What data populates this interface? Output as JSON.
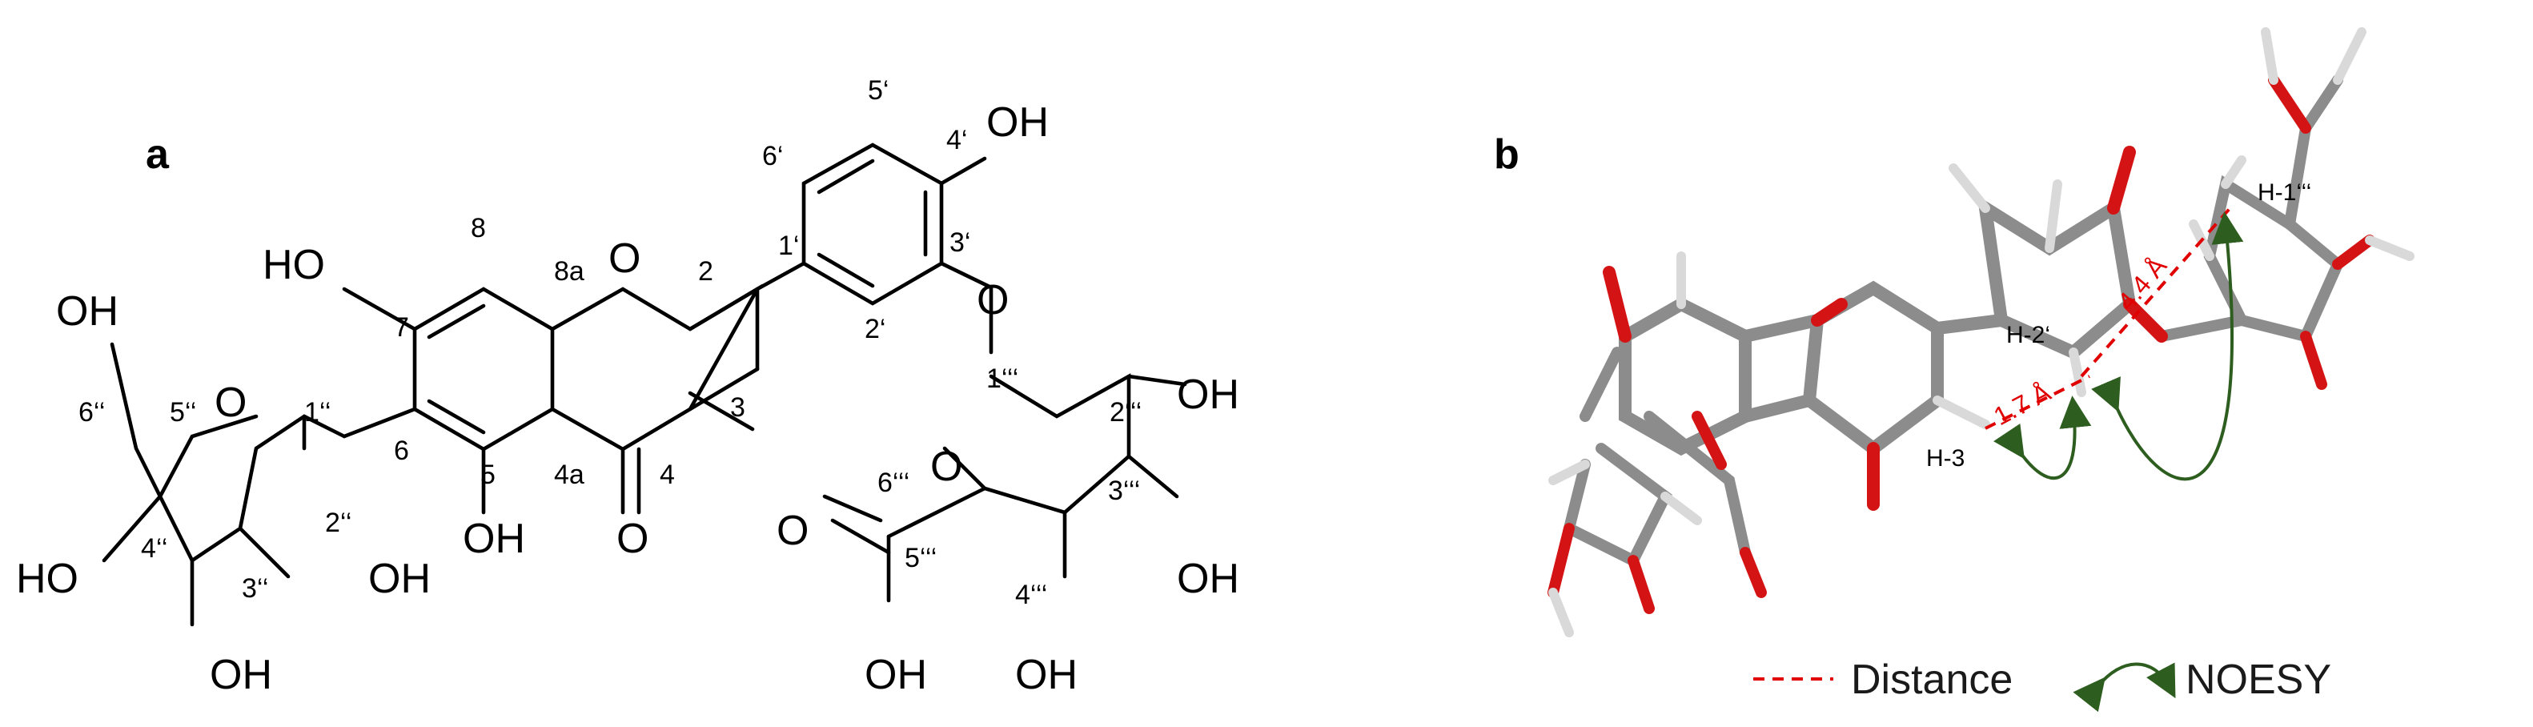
{
  "panel_a": {
    "label": "a",
    "atoms": {
      "oh_4p": "OH",
      "o_3p": "O",
      "ho_7": "HO",
      "o_ring1": "O",
      "oh_6pp": "OH",
      "o_sugar": "O",
      "oh_5": "OH",
      "o_carbonyl": "O",
      "o_glucuronide": "O",
      "oh_2ppp": "OH",
      "ho_4pp": "HO",
      "oh_2pp": "OH",
      "oh_3pp": "OH",
      "o_acid": "O",
      "oh_acid": "OH",
      "oh_4ppp": "OH",
      "oh_3ppp": "OH"
    },
    "numbers": {
      "n5p": "5‘",
      "n4p": "4‘",
      "n6p": "6‘",
      "n3p": "3‘",
      "n1p": "1‘",
      "n2p": "2‘",
      "n8": "8",
      "n8a": "8a",
      "n2": "2",
      "n7": "7",
      "n6": "6",
      "n5": "5",
      "n4a": "4a",
      "n4": "4",
      "n3": "3",
      "n6pp": "6‘‘",
      "n5pp": "5‘‘",
      "n1pp": "1‘‘",
      "n2pp": "2‘‘",
      "n3pp": "3‘‘",
      "n4pp": "4‘‘",
      "n1ppp": "1‘‘‘",
      "n2ppp": "2‘‘‘",
      "n3ppp": "3‘‘‘",
      "n4ppp": "4‘‘‘",
      "n5ppp": "5‘‘‘",
      "n6ppp": "6‘‘‘"
    }
  },
  "panel_b": {
    "label": "b",
    "labels": {
      "h3": "H-3",
      "h2p": "H-2‘",
      "h1ppp": "H-1‘‘‘"
    },
    "distances": {
      "d1": "1.7 Å",
      "d2": "4.4 Å"
    },
    "legend": {
      "distance": "Distance",
      "noesy": "NOESY"
    },
    "colors": {
      "distance": "#e00000",
      "noesy": "#2e5e1f",
      "carbon": "#8c8c8c",
      "oxygen": "#d41414",
      "hydrogen": "#d9d9d9"
    }
  }
}
